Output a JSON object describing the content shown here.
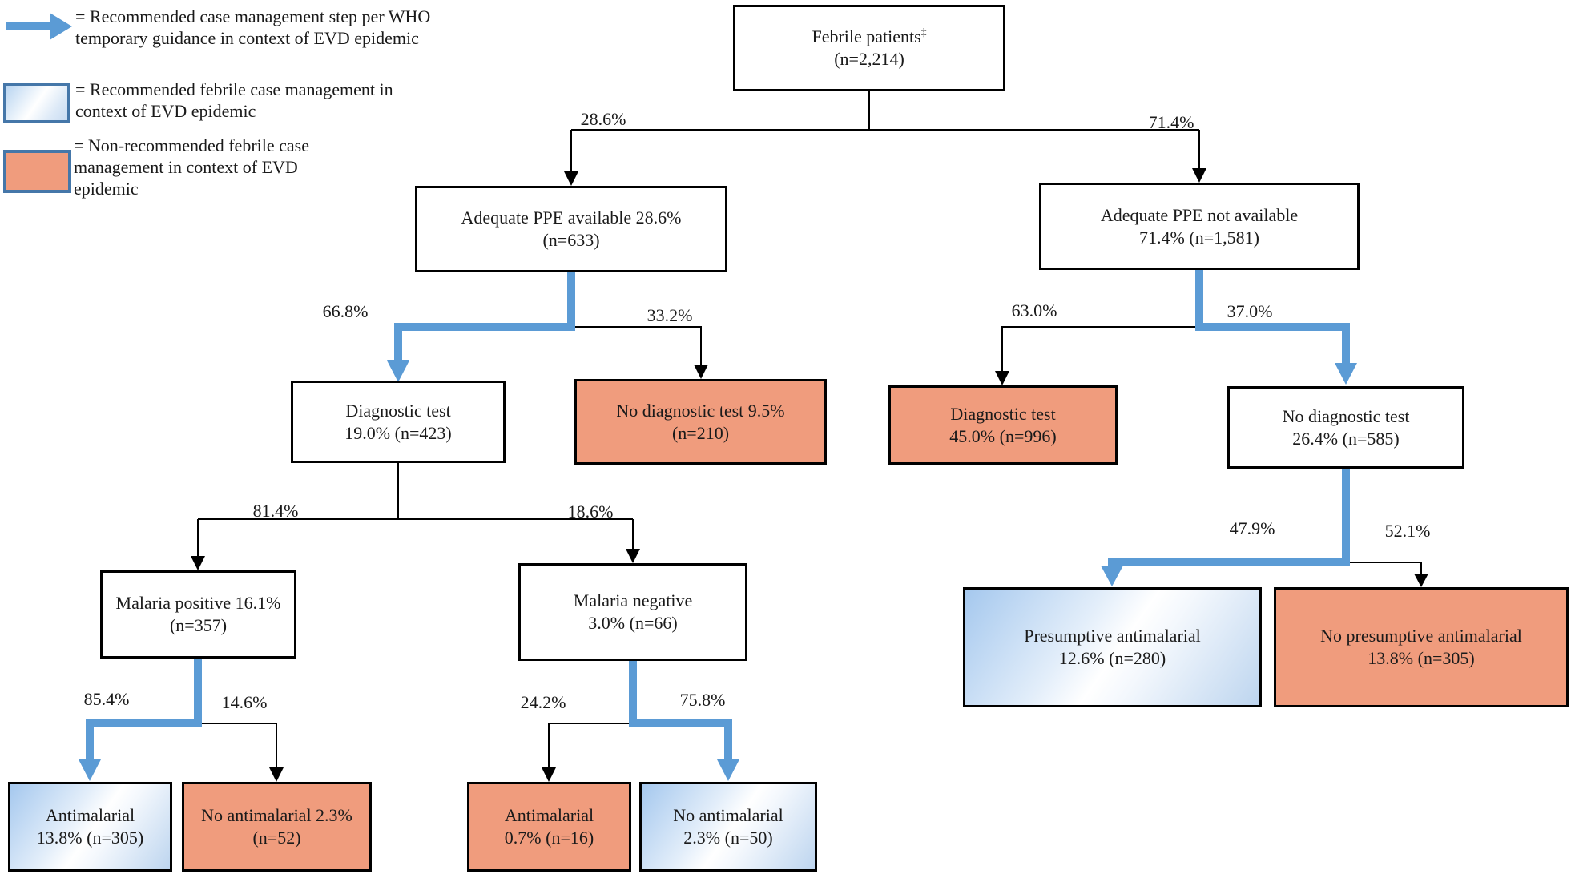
{
  "figure": {
    "description": "Flow diagram of febrile patient case management during EVD epidemic"
  },
  "colors": {
    "recommended_arrow_blue": "#5B9BD5",
    "non_recommended_fill_salmon": "#F09C7D",
    "recommended_fill_gradient_blue": "#A5C8EE",
    "box_border": "#000000",
    "legend_swatch_border": "#4577A9"
  },
  "legend": {
    "items": [
      {
        "swatch": "blue-arrow",
        "label": "= Recommended case management step per WHO temporary guidance in context of EVD epidemic"
      },
      {
        "swatch": "blue-gradient-box",
        "label": "= Recommended febrile case management in context of EVD epidemic"
      },
      {
        "swatch": "salmon-box",
        "label": "= Non-recommended febrile case management in context of EVD epidemic"
      }
    ]
  },
  "nodes": {
    "febrile": {
      "line1": "Febrile patients",
      "footnote_mark": "‡",
      "line2": "(n=2,214)",
      "fill": "white"
    },
    "ppe_yes": {
      "line1": "Adequate PPE available 28.6%",
      "line2": "(n=633)",
      "fill": "white"
    },
    "ppe_no": {
      "line1": "Adequate PPE not available",
      "line2": "71.4% (n=1,581)",
      "fill": "white"
    },
    "dx_left": {
      "line1": "Diagnostic test",
      "line2": "19.0% (n=423)",
      "fill": "white"
    },
    "nodx_left": {
      "line1": "No diagnostic test 9.5%",
      "line2": "(n=210)",
      "fill": "salmon"
    },
    "dx_right": {
      "line1": "Diagnostic test",
      "line2": "45.0% (n=996)",
      "fill": "salmon"
    },
    "nodx_right": {
      "line1": "No diagnostic test",
      "line2": "26.4% (n=585)",
      "fill": "white"
    },
    "mal_pos": {
      "line1": "Malaria positive 16.1%",
      "line2": "(n=357)",
      "fill": "white"
    },
    "mal_neg": {
      "line1": "Malaria negative",
      "line2": "3.0% (n=66)",
      "fill": "white"
    },
    "presumptive": {
      "line1": "Presumptive antimalarial",
      "line2": "12.6% (n=280)",
      "fill": "gradient"
    },
    "no_presumptive": {
      "line1": "No presumptive antimalarial",
      "line2": "13.8% (n=305)",
      "fill": "salmon"
    },
    "anti_pos": {
      "line1": "Antimalarial",
      "line2": "13.8% (n=305)",
      "fill": "gradient"
    },
    "no_anti_pos": {
      "line1": "No antimalarial 2.3%",
      "line2": "(n=52)",
      "fill": "salmon"
    },
    "anti_neg": {
      "line1": "Antimalarial",
      "line2": "0.7% (n=16)",
      "fill": "salmon"
    },
    "no_anti_neg": {
      "line1": "No antimalarial",
      "line2": "2.3% (n=50)",
      "fill": "gradient"
    }
  },
  "edge_labels": {
    "p28_6": "28.6%",
    "p71_4": "71.4%",
    "p66_8": "66.8%",
    "p33_2": "33.2%",
    "p63_0": "63.0%",
    "p37_0": "37.0%",
    "p81_4": "81.4%",
    "p18_6": "18.6%",
    "p85_4": "85.4%",
    "p14_6": "14.6%",
    "p24_2": "24.2%",
    "p75_8": "75.8%",
    "p47_9": "47.9%",
    "p52_1": "52.1%"
  }
}
